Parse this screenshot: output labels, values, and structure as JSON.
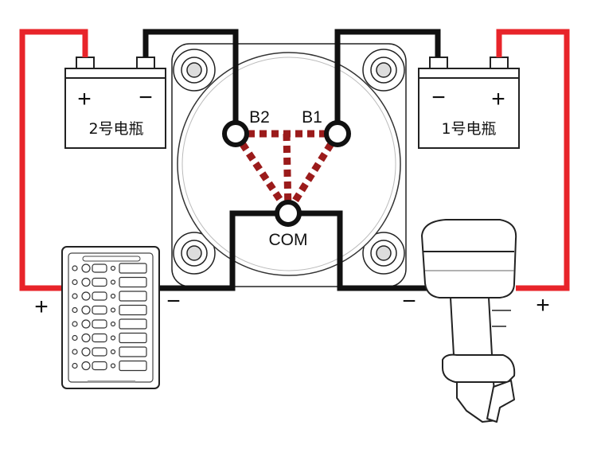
{
  "batteries": {
    "left": {
      "label": "2号电瓶",
      "positive_sign": "+",
      "negative_sign": "−"
    },
    "right": {
      "label": "1号电瓶",
      "positive_sign": "+",
      "negative_sign": "−"
    }
  },
  "switch": {
    "terminal_b2": "B2",
    "terminal_b1": "B1",
    "terminal_com": "COM"
  },
  "loads": {
    "panel_positive": "+",
    "panel_negative": "−",
    "motor_positive": "+",
    "motor_negative": "−"
  },
  "colors": {
    "positive_wire": "#e8242a",
    "negative_wire": "#111111",
    "switch_link": "#9b1b1b"
  }
}
